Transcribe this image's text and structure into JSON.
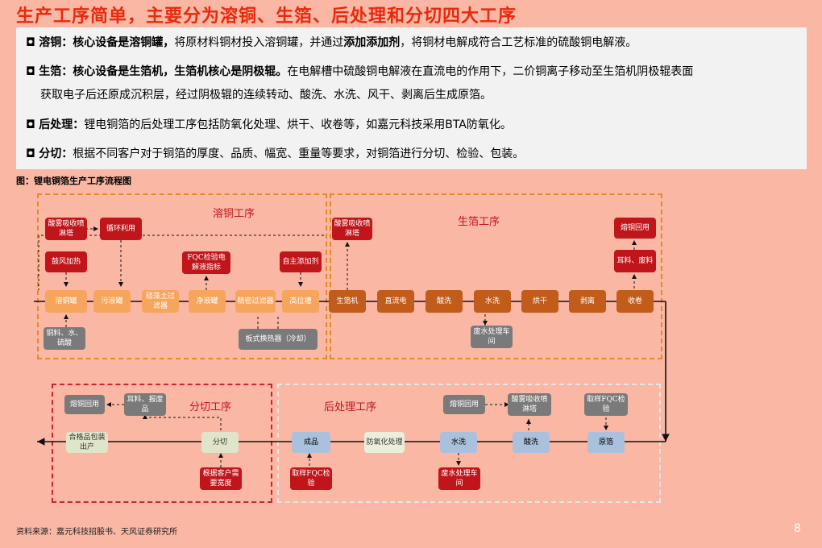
{
  "title": "生产工序简单，主要分为溶铜、生箔、后处理和分切四大工序",
  "bullets": [
    {
      "sq": "◘",
      "head": "溶铜：核心设备是溶铜罐，",
      "pre": "将原材料铜材投入溶铜罐，并通过",
      "bold2": "添加添加剂",
      "post": "，将铜材电解成符合工艺标准的硫酸铜电解液。"
    },
    {
      "sq": "◘",
      "head": "生箔：核心设备是生箔机，生箔机核心是阴极辊。",
      "line1": "在电解槽中硫酸铜电解液在直流电的作用下，二价铜离子移动至生箔机阴极辊表面",
      "line2": "获取电子后还原成沉积层，经过阴极辊的连续转动、酸洗、水洗、风干、剥离后生成原箔。"
    },
    {
      "sq": "◘",
      "head": "后处理：",
      "text": "锂电铜箔的后处理工序包括防氧化处理、烘干、收卷等，如嘉元科技采用BTA防氧化。"
    },
    {
      "sq": "◘",
      "head": "分切：",
      "text": "根据不同客户对于铜箔的厚度、品质、幅宽、重量等要求，对铜箔进行分切、检验、包装。"
    }
  ],
  "figure_caption": "图：锂电铜箔生产工序流程图",
  "source": "资料来源：嘉元科技招股书、天风证券研究所",
  "page_number": "8",
  "regions": {
    "rongtong": "溶铜工序",
    "shengbo": "生箔工序",
    "houchuli": "后处理工序",
    "fenqie": "分切工序"
  },
  "nodes": {
    "acid_tower_1": "酸雾吸收喷淋塔",
    "recycle": "循环利用",
    "blower_heat": "鼓风加热",
    "fqc_test": "FQC检验电解液指标",
    "self_additive": "自主添加剂",
    "dissolve_tank": "溶铜罐",
    "dirty_tank": "污液罐",
    "diatom_filter": "硅藻土过滤器",
    "clean_tank": "净液罐",
    "fine_filter": "精密过滤器",
    "high_tank": "高位槽",
    "raw_input": "铜料、水、硫酸",
    "plate_exchanger": "板式换热器（冷却）",
    "acid_tower_2": "酸雾吸收喷淋塔",
    "copper_recycle_1": "熔铜回用",
    "ear_waste_1": "耳料、废料",
    "foil_machine": "生箔机",
    "dc_power": "直流电",
    "pickling_1": "酸洗",
    "washing_1": "水洗",
    "drying": "烘干",
    "peeling": "剥离",
    "winding": "收卷",
    "wastewater_1": "废水处理车间",
    "copper_recycle_2": "熔铜回用",
    "acid_tower_3": "酸雾吸收喷淋塔",
    "sample_fqc_1": "取样FQC检验",
    "product": "成品",
    "anti_ox": "防氧化处理",
    "washing_2": "水洗",
    "pickling_2": "酸洗",
    "raw_foil": "原箔",
    "sample_fqc_2": "取样FQC检验",
    "wastewater_2": "废水处理车间",
    "copper_recycle_3": "熔铜回用",
    "ear_waste_2": "耳料、报废品",
    "qualified_pack": "合格品包装出产",
    "slitting": "分切",
    "customer_width": "根据客户需要宽度"
  },
  "colors": {
    "title": "#e8290c",
    "dark_red": "#c0161b",
    "light_orange": "#f7a55c",
    "dark_orange": "#c25c1a",
    "gray": "#7a7a7a",
    "background": "#f9b7a4"
  }
}
